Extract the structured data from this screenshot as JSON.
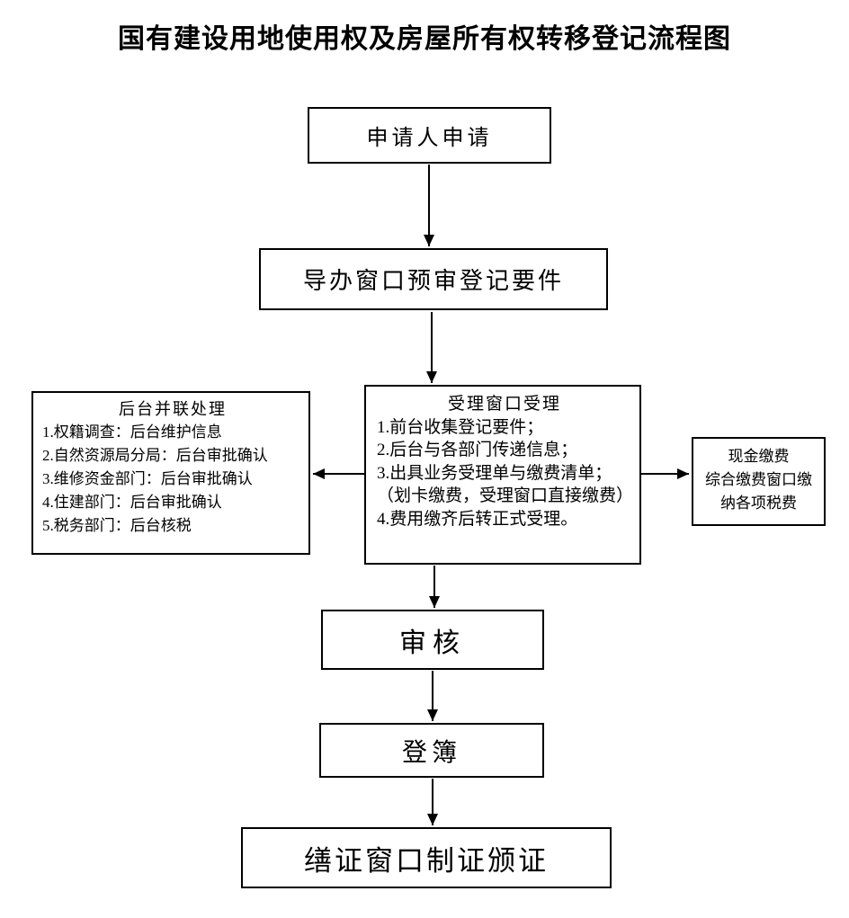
{
  "title": "国有建设用地使用权及房屋所有权转移登记流程图",
  "nodes": {
    "apply": {
      "label": "申请人申请"
    },
    "preview": {
      "label": "导办窗口预审登记要件"
    },
    "accept": {
      "title": "受理窗口受理",
      "lines": [
        "1.前台收集登记要件；",
        "2.后台与各部门传递信息；",
        "3.出具业务受理单与缴费清单；",
        "（划卡缴费，受理窗口直接缴费）",
        "4.费用缴齐后转正式受理。"
      ]
    },
    "parallel": {
      "title": "后台并联处理",
      "lines": [
        "1.权籍调查：后台维护信息",
        "2.自然资源局分局：后台审批确认",
        "3.维修资金部门：后台审批确认",
        "4.住建部门：后台审批确认",
        "5.税务部门：后台核税"
      ]
    },
    "cash": {
      "lines": [
        "现金缴费",
        "综合缴费窗口缴",
        "纳各项税费"
      ]
    },
    "review": {
      "label": "审核"
    },
    "register": {
      "label": "登簿"
    },
    "issue": {
      "label": "缮证窗口制证颁证"
    }
  }
}
